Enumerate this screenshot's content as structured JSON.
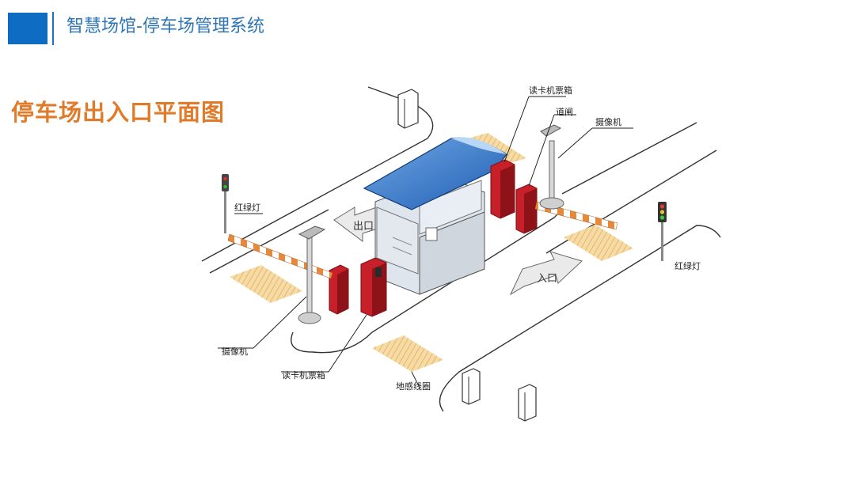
{
  "header": {
    "title": "智慧场馆-停车场管理系统"
  },
  "section_title": "停车场出入口平面图",
  "labels": {
    "card_reader_top": "读卡机票箱",
    "barrier_gate": "道闸",
    "camera_top": "摄像机",
    "traffic_light_left": "红绿灯",
    "traffic_light_right": "红绿灯",
    "exit_arrow": "出口",
    "entrance_arrow": "入口",
    "camera_bottom": "摄像机",
    "card_reader_bottom": "读卡机票箱",
    "ground_loop": "地感线圈"
  },
  "colors": {
    "header_accent": "#0e6dc2",
    "header_text": "#2e75b6",
    "title_accent": "#e07b2a",
    "roof": "#3f7fcf",
    "machine_red": "#c8202a",
    "loop_pad": "#f3d08d"
  }
}
